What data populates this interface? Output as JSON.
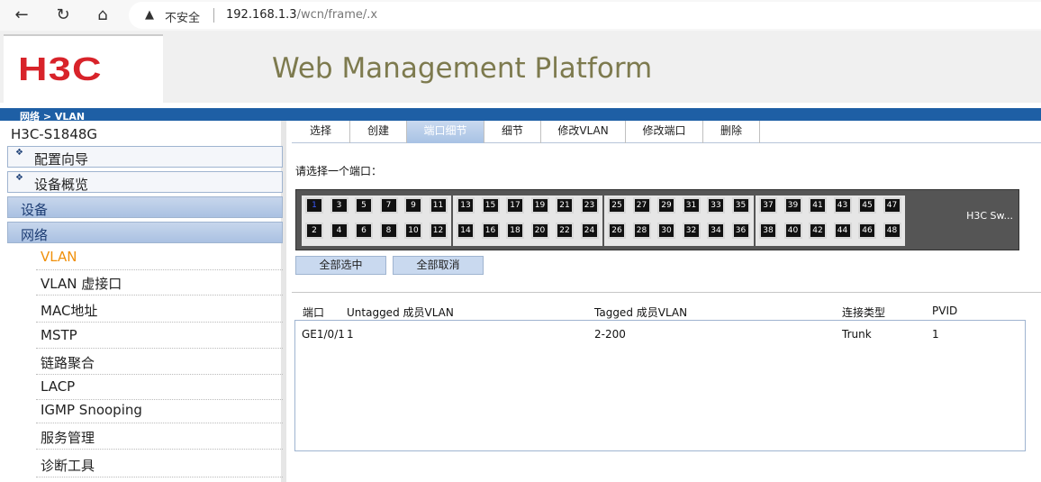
{
  "browser": {
    "not_secure": "不安全",
    "url_host": "192.168.1.3",
    "url_path": "/wcn/frame/.x"
  },
  "header": {
    "logo": "H3C",
    "platform_title": "Web Management Platform",
    "breadcrumb": "网络 > VLAN"
  },
  "sidebar": {
    "device_name": "H3C-S1848G",
    "top_items": [
      {
        "label": "配置向导"
      },
      {
        "label": "设备概览"
      }
    ],
    "sections": [
      {
        "label": "设备"
      },
      {
        "label": "网络"
      }
    ],
    "sub_items": [
      {
        "label": "VLAN",
        "active": true
      },
      {
        "label": "VLAN 虚接口"
      },
      {
        "label": "MAC地址"
      },
      {
        "label": "MSTP"
      },
      {
        "label": "链路聚合"
      },
      {
        "label": "LACP"
      },
      {
        "label": "IGMP Snooping"
      },
      {
        "label": "服务管理"
      },
      {
        "label": "诊断工具"
      }
    ]
  },
  "tabs": [
    {
      "label": "选择"
    },
    {
      "label": "创建"
    },
    {
      "label": "端口细节",
      "active": true
    },
    {
      "label": "细节"
    },
    {
      "label": "修改VLAN"
    },
    {
      "label": "修改端口"
    },
    {
      "label": "删除"
    }
  ],
  "port_prompt": "请选择一个端口：",
  "ports": {
    "top_row": [
      "1",
      "3",
      "5",
      "7",
      "9",
      "11",
      "13",
      "15",
      "17",
      "19",
      "21",
      "23",
      "25",
      "27",
      "29",
      "31",
      "33",
      "35",
      "37",
      "39",
      "41",
      "43",
      "45",
      "47"
    ],
    "bottom_row": [
      "2",
      "4",
      "6",
      "8",
      "10",
      "12",
      "14",
      "16",
      "18",
      "20",
      "22",
      "24",
      "26",
      "28",
      "30",
      "32",
      "34",
      "36",
      "38",
      "40",
      "42",
      "44",
      "46",
      "48"
    ],
    "selected": "1",
    "switch_label": "H3C Sw..."
  },
  "buttons": {
    "select_all": "全部选中",
    "deselect_all": "全部取消"
  },
  "table": {
    "headers": [
      "端口",
      "Untagged 成员VLAN",
      "Tagged 成员VLAN",
      "连接类型",
      "PVID"
    ],
    "row": [
      "GE1/0/1",
      "1",
      "2-200",
      "Trunk",
      "1"
    ]
  },
  "colors": {
    "brand_red": "#d8232a",
    "nav_blue": "#1e5fa5",
    "active_orange": "#f0900a"
  }
}
